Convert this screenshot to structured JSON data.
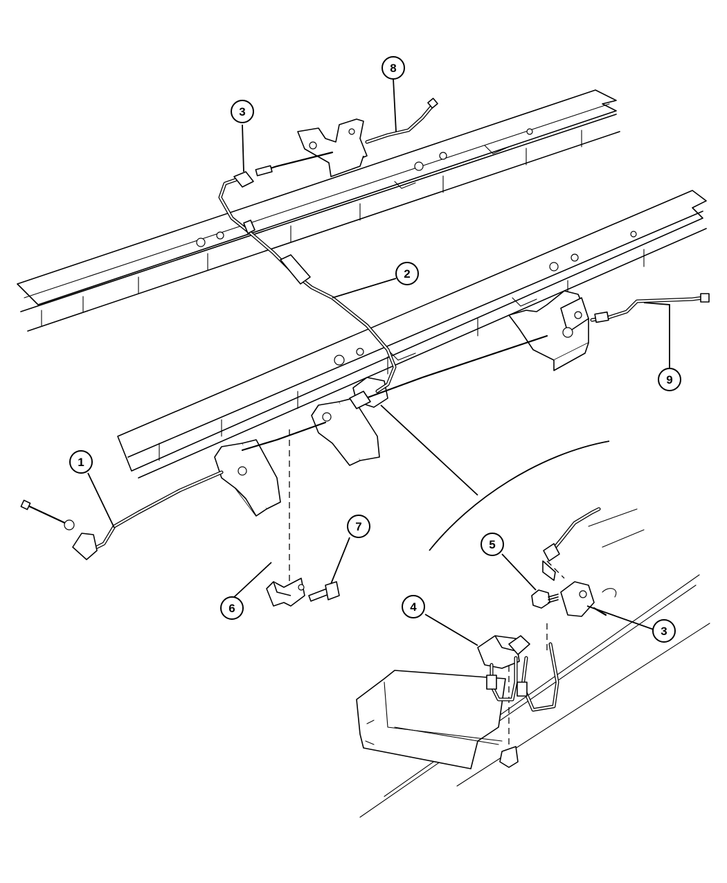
{
  "callouts": {
    "c1": "1",
    "c2": "2",
    "c3_top": "3",
    "c3_detail": "3",
    "c4": "4",
    "c5": "5",
    "c6": "6",
    "c7": "7",
    "c8": "8",
    "c9": "9"
  },
  "colors": {
    "line": "#000000",
    "background": "#ffffff"
  }
}
